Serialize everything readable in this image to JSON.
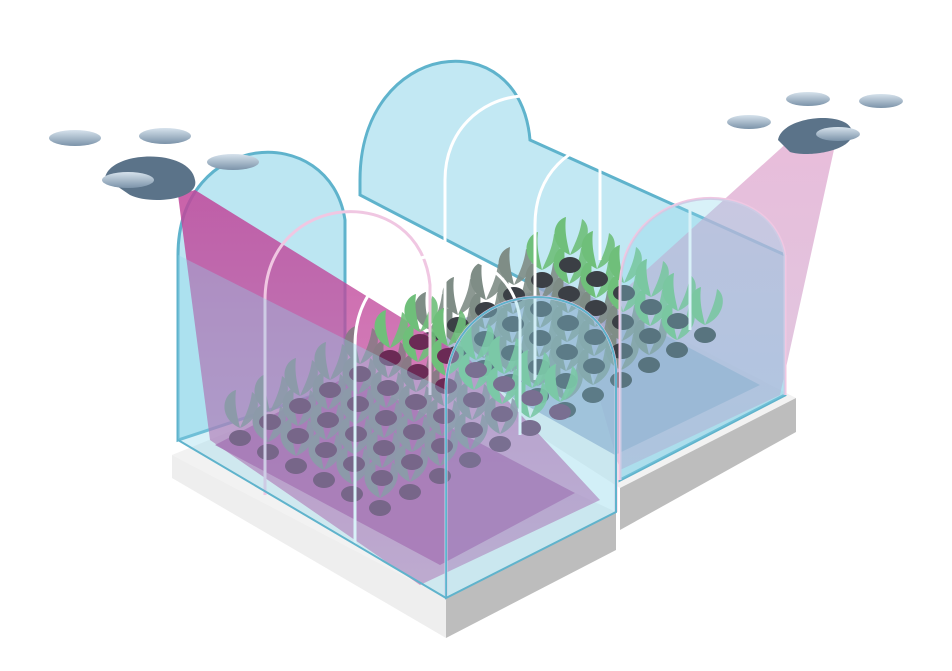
{
  "scene": {
    "description_free": true,
    "greenhouses": [
      {
        "id": "left"
      },
      {
        "id": "right"
      }
    ],
    "drones": [
      {
        "id": "left"
      },
      {
        "id": "right"
      }
    ],
    "colors": {
      "glass": "#8fd6ea",
      "glass_edge": "#5fb3cc",
      "light_left": "#c0469a",
      "light_right": "#d69ac8",
      "plant_green": "#6fbf7a",
      "plant_grey": "#7f8d86",
      "pot": "#6b2a55",
      "pot_dark": "#3b3f45",
      "tray_left": "#b3479a",
      "tray_right": "#9aa6c8",
      "base": "#bdbdbd",
      "drone_body": "#5b7389",
      "rotor": "#9fb3c6"
    }
  }
}
